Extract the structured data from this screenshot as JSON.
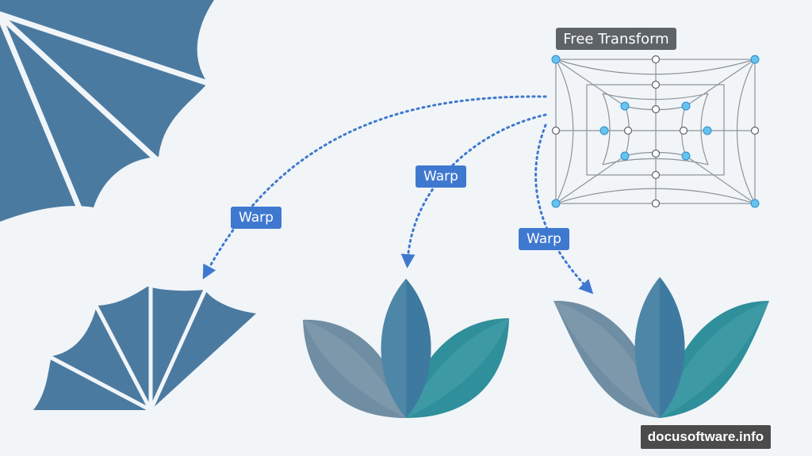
{
  "free_transform": {
    "title": "Free Transform"
  },
  "arrows": [
    {
      "label": "Warp"
    },
    {
      "label": "Warp"
    },
    {
      "label": "Warp"
    }
  ],
  "watermark": "docusoftware.info",
  "colors": {
    "background": "#f1f5f8",
    "umbrella": "#4b7aa1",
    "arrow": "#3f78cf",
    "label_bg": "#3f78cf",
    "mesh_line": "#8d9399",
    "handle_selected": "#65c3ee",
    "leaf_grey": "#6f8ea3",
    "leaf_blue": "#4e86a8",
    "leaf_teal": "#2f8f9a"
  }
}
